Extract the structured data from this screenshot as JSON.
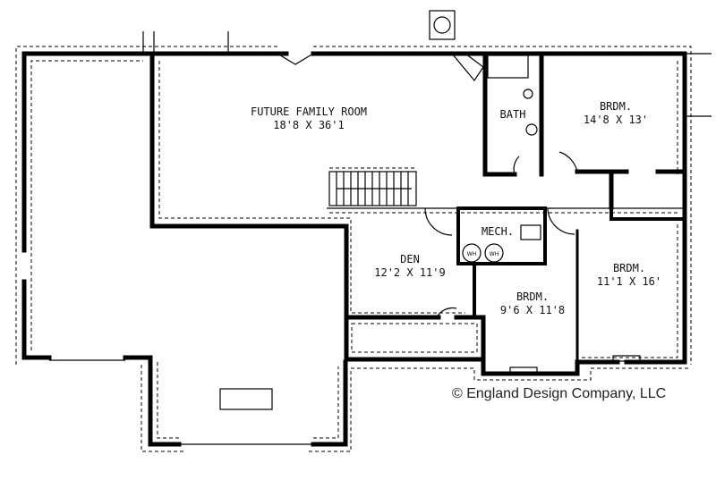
{
  "rooms": {
    "family": {
      "name": "FUTURE FAMILY ROOM",
      "size": "18'8 X 36'1"
    },
    "bath": {
      "name": "BATH"
    },
    "brdm_upper": {
      "name": "BRDM.",
      "size": "14'8 X 13'"
    },
    "mech": {
      "name": "MECH."
    },
    "den": {
      "name": "DEN",
      "size": "12'2  X 11'9"
    },
    "brdm_right": {
      "name": "BRDM.",
      "size": "11'1 X 16'"
    },
    "brdm_small": {
      "name": "BRDM.",
      "size": "9'6 X 11'8"
    }
  },
  "fixtures": {
    "water_heater_1": "WH",
    "water_heater_2": "WH"
  },
  "copyright": "© England Design Company, LLC",
  "colors": {
    "wall": "#000000",
    "background": "#ffffff"
  }
}
